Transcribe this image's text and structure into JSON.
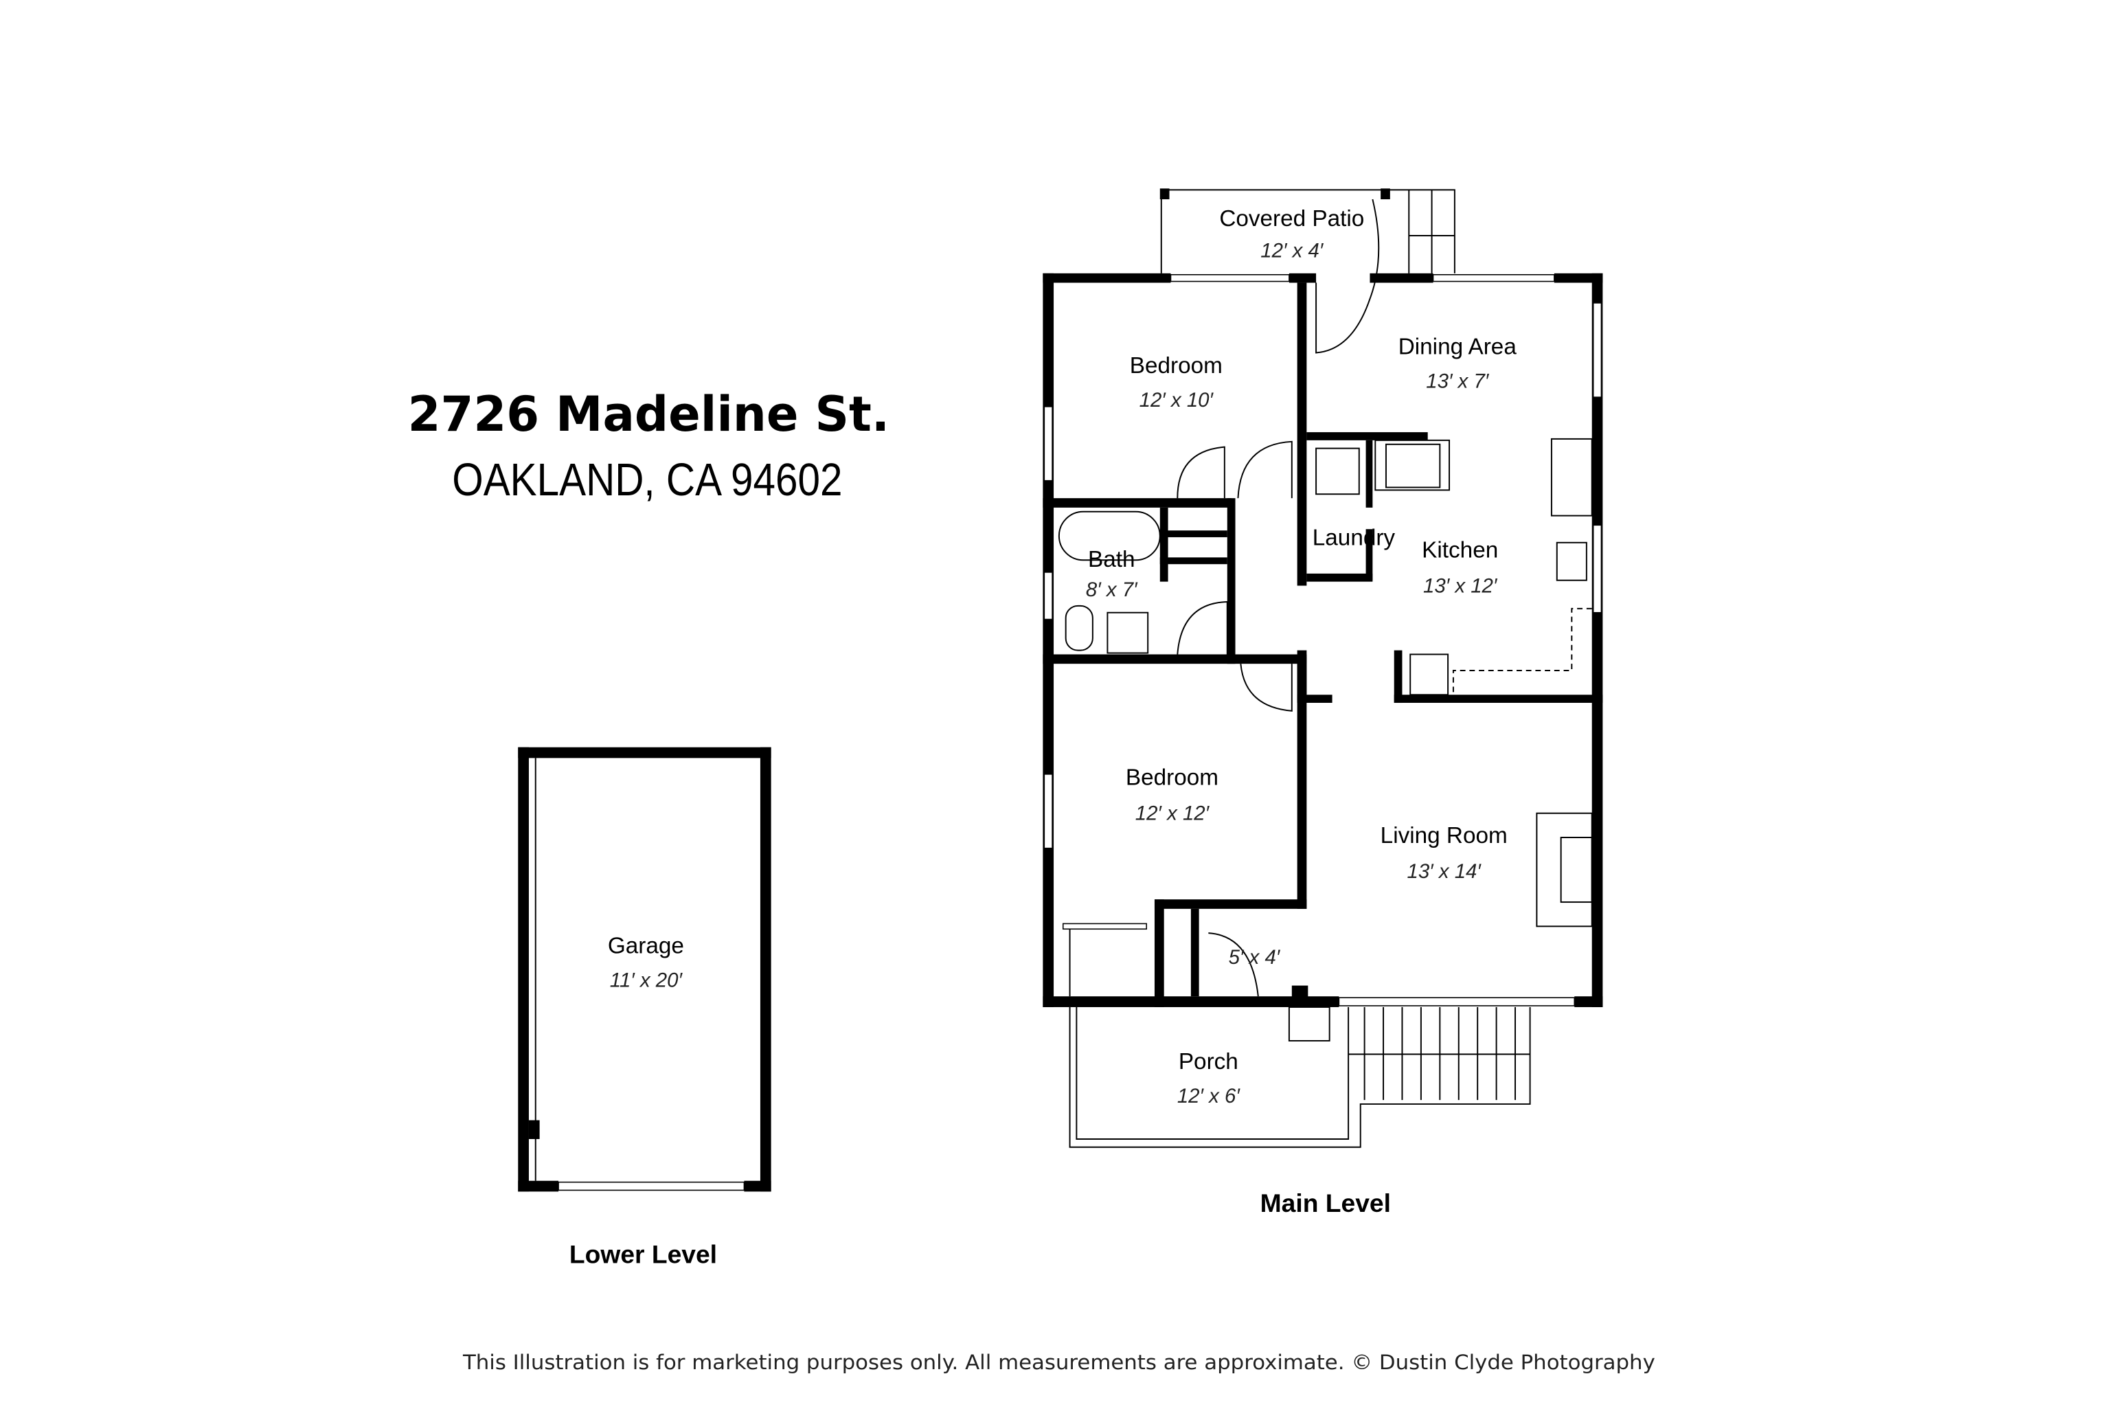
{
  "header": {
    "address": "2726 Madeline St.",
    "city_line": "OAKLAND, CA  94602"
  },
  "lower_level": {
    "label": "Lower Level",
    "rooms": [
      {
        "name": "Garage",
        "size": "11′ x 20′"
      }
    ]
  },
  "main_level": {
    "label": "Main Level",
    "rooms": [
      {
        "name": "Covered Patio",
        "size": "12′ x 4′"
      },
      {
        "name": "Bedroom",
        "size": "12′ x 10′"
      },
      {
        "name": "Dining Area",
        "size": "13′ x 7′"
      },
      {
        "name": "Bath",
        "size": "8′ x 7′"
      },
      {
        "name": "Laundry",
        "size": ""
      },
      {
        "name": "Kitchen",
        "size": "13′ x 12′"
      },
      {
        "name": "Bedroom",
        "size": "12′ x 12′"
      },
      {
        "name": "Living Room",
        "size": "13′ x 14′"
      },
      {
        "name": "",
        "size": "5′ x 4′"
      },
      {
        "name": "Porch",
        "size": "12′ x 6′"
      }
    ]
  },
  "footer": {
    "disclaimer": "This Illustration is for marketing purposes only.  All measurements are approximate.  © Dustin Clyde Photography"
  }
}
